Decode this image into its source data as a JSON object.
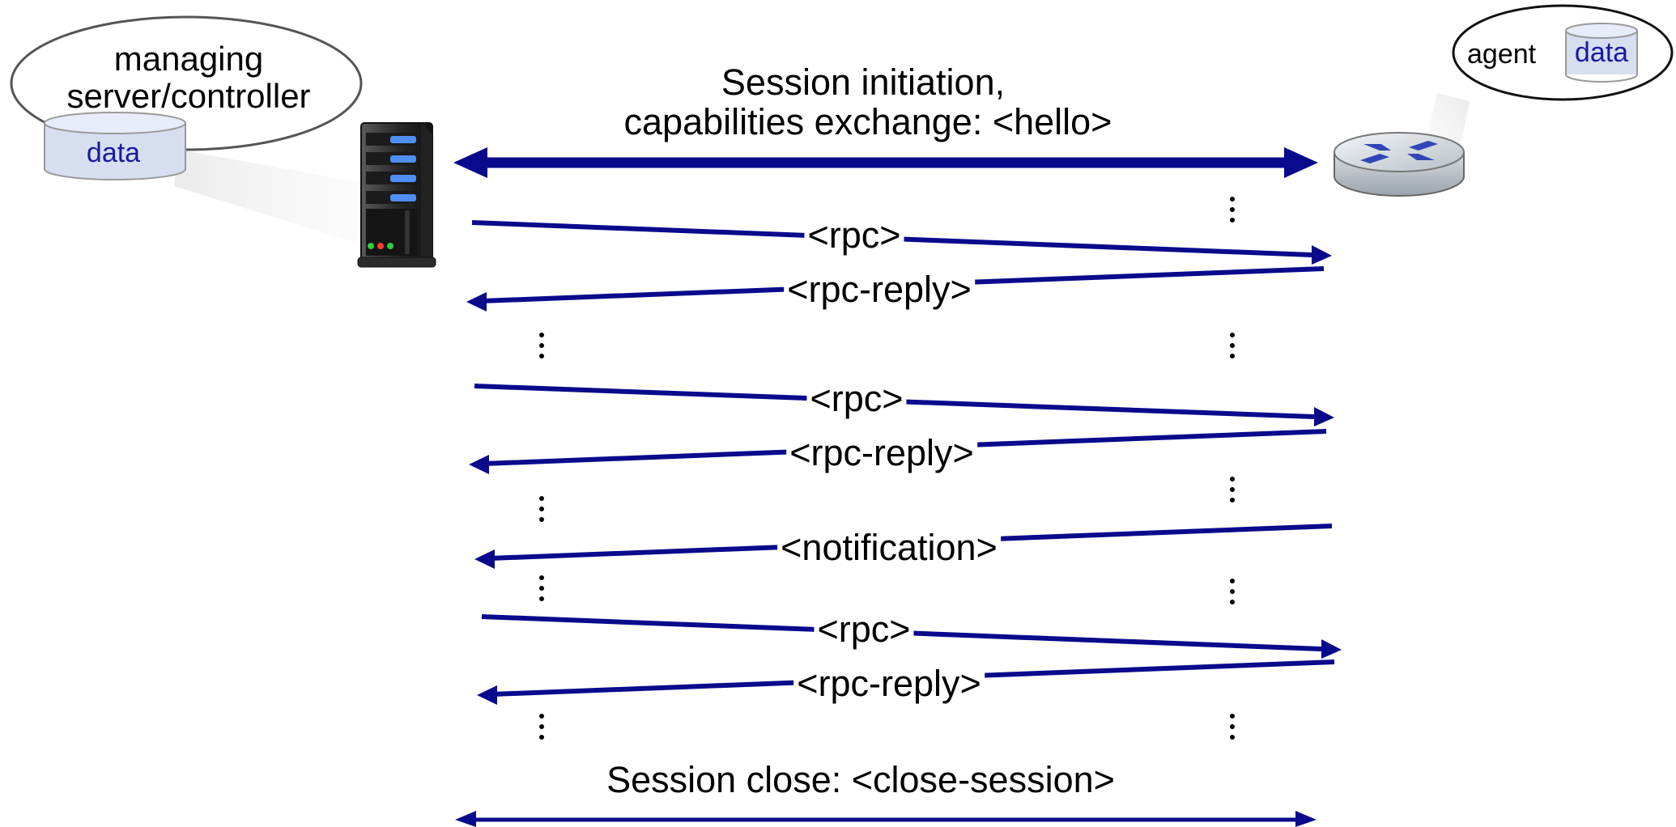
{
  "manager": {
    "label_line1": "managing",
    "label_line2": "server/controller",
    "data_label": "data"
  },
  "agent": {
    "label": "agent",
    "data_label": "data"
  },
  "session_init": {
    "line1": "Session initiation,",
    "line2": "capabilities exchange: <hello>"
  },
  "messages": [
    {
      "label": "<rpc>",
      "direction": "to-agent"
    },
    {
      "label": "<rpc-reply>",
      "direction": "to-manager"
    },
    {
      "label": "<rpc>",
      "direction": "to-agent"
    },
    {
      "label": "<rpc-reply>",
      "direction": "to-manager"
    },
    {
      "label": "<notification>",
      "direction": "to-manager"
    },
    {
      "label": "<rpc>",
      "direction": "to-agent"
    },
    {
      "label": "<rpc-reply>",
      "direction": "to-manager"
    }
  ],
  "session_close": {
    "label": "Session close:  <close-session>"
  },
  "colors": {
    "arrow": "#0a0a8c",
    "data_text": "#1a1aa0",
    "cylinder_fill": "#d6def0"
  }
}
